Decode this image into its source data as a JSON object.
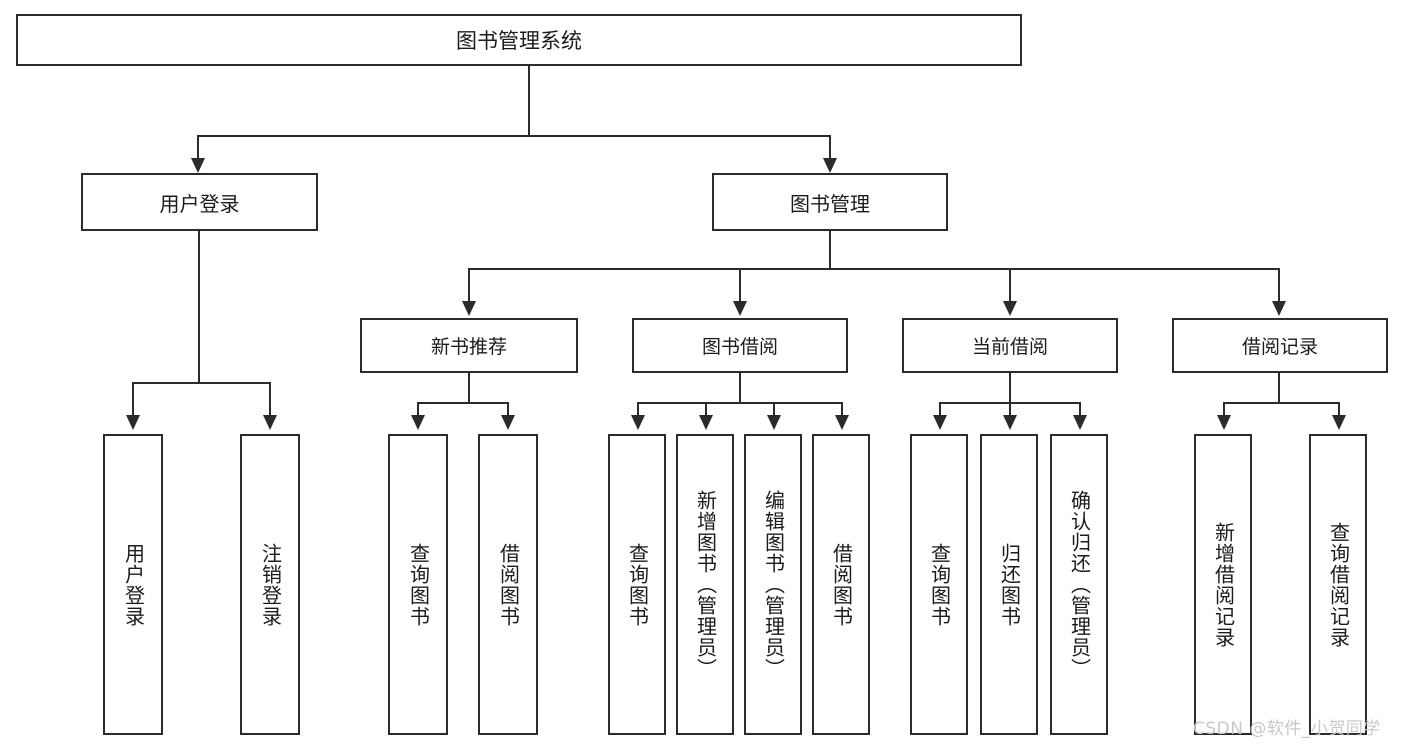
{
  "diagram": {
    "title": "图书管理系统",
    "type": "hierarchy-tree",
    "style": {
      "line_color": "#2b2b2b",
      "box_fill": "#ffffff",
      "text_color": "#1b1b1b",
      "watermark_color": "#c9c9c9"
    },
    "root": {
      "label": "图书管理系统"
    },
    "level1": [
      {
        "label": "用户登录"
      },
      {
        "label": "图书管理"
      }
    ],
    "level2": [
      {
        "label": "新书推荐"
      },
      {
        "label": "图书借阅"
      },
      {
        "label": "当前借阅"
      },
      {
        "label": "借阅记录"
      }
    ],
    "leaves": {
      "user_login": [
        {
          "label": "用户登录"
        },
        {
          "label": "注销登录"
        }
      ],
      "new_book_recommend": [
        {
          "label": "查询图书"
        },
        {
          "label": "借阅图书"
        }
      ],
      "book_borrow": [
        {
          "label": "查询图书"
        },
        {
          "label": "新增图书（管理员）"
        },
        {
          "label": "编辑图书（管理员）"
        },
        {
          "label": "借阅图书"
        }
      ],
      "current_borrow": [
        {
          "label": "查询图书"
        },
        {
          "label": "归还图书"
        },
        {
          "label": "确认归还（管理员）"
        }
      ],
      "borrow_record": [
        {
          "label": "新增借阅记录"
        },
        {
          "label": "查询借阅记录"
        }
      ]
    }
  },
  "watermark": {
    "text": "CSDN @软件_小贺同学"
  }
}
